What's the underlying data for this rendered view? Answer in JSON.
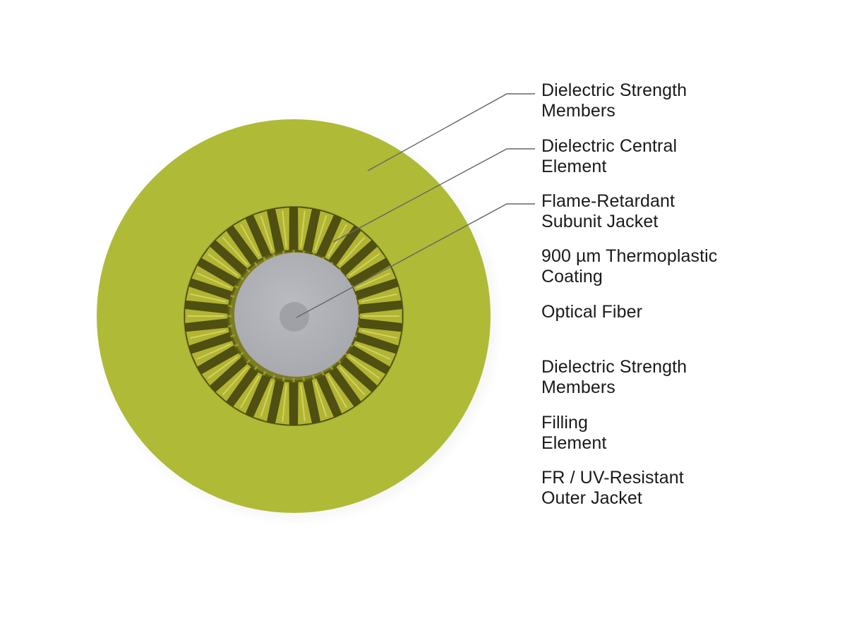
{
  "diagram": {
    "labels": [
      {
        "line1": "Dielectric Strength",
        "line2": "Members"
      },
      {
        "line1": "Dielectric Central",
        "line2": "Element"
      },
      {
        "line1": "Flame-Retardant",
        "line2": "Subunit Jacket"
      },
      {
        "line1": "900 µm Thermoplastic",
        "line2": "Coating"
      },
      {
        "line1": "Optical Fiber",
        "line2": ""
      },
      {
        "line1": "Dielectric Strength",
        "line2": "Members"
      },
      {
        "line1": "Filling",
        "line2": "Element"
      },
      {
        "line1": "FR / UV-Resistant",
        "line2": "Outer Jacket"
      }
    ],
    "colors": {
      "outer_jacket": "#afba37",
      "strength_dark": "#4a4a10",
      "strength_light": "#c9cd3e",
      "coating": "#aeb0b6",
      "fiber": "#9fa1a6",
      "leader": "#666666"
    }
  }
}
